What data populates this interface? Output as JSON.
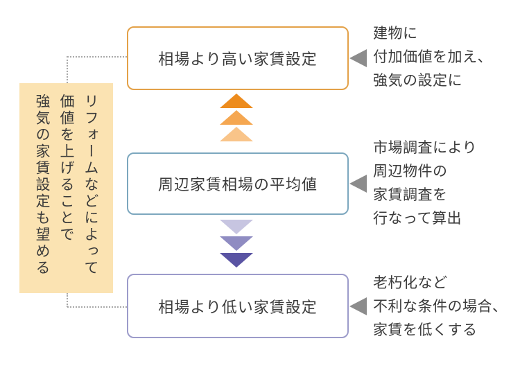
{
  "side_note": {
    "lines": [
      "リフォームなどによって",
      "価値を上げることで",
      "強気の家賃設定も望める"
    ]
  },
  "boxes": [
    {
      "label": "相場より高い家賃設定"
    },
    {
      "label": "周辺家賃相場の平均値"
    },
    {
      "label": "相場より低い家賃設定"
    }
  ],
  "annotations": [
    {
      "lines": [
        "建物に",
        "付加価値を加え、",
        "強気の設定に"
      ]
    },
    {
      "lines": [
        "市場調査により",
        "周辺物件の",
        "家賃調査を",
        "行なって算出"
      ]
    },
    {
      "lines": [
        "老朽化など",
        "不利な条件の場合、",
        "家賃を低くする"
      ]
    }
  ],
  "icons": {
    "up_arrows": "triple-chevron-up",
    "down_arrows": "triple-chevron-down",
    "annotation_pointer": "left-pointing-triangle"
  },
  "colors": {
    "background": "#ffffff",
    "text": "#3b3b3b",
    "note_bg": "#fbe3b2",
    "box_high_border": "#e3a148",
    "box_avg_border": "#7ca7be",
    "box_low_border": "#9c9bca",
    "up_arrow_1": "#ed8c1e",
    "up_arrow_2": "#f5a751",
    "up_arrow_3": "#f9c489",
    "down_arrow_1": "#c7c5e1",
    "down_arrow_2": "#8f8cc2",
    "down_arrow_3": "#5a54a3",
    "connector": "#a8a8a8",
    "annotation_marker": "#8c8c8c"
  }
}
